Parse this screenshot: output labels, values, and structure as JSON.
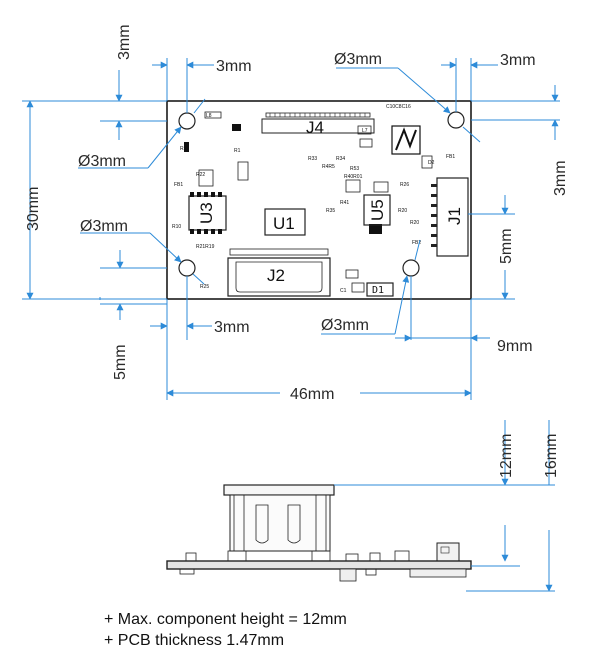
{
  "dimensions": {
    "top_hole_offset_v": "3mm",
    "top_left_offset_h": "3mm",
    "top_right_hole_dia": "Ø3mm",
    "top_right_offset_h": "3mm",
    "left_hole_dia_top": "Ø3mm",
    "right_offset_v": "3mm",
    "board_height": "30mm",
    "left_hole_dia_bottom": "Ø3mm",
    "j1_offset": "5mm",
    "bottom_left_offset_h": "3mm",
    "bottom_right_hole_dia": "Ø3mm",
    "bottom_right_offset_h": "9mm",
    "bottom_left_offset_v": "5mm",
    "board_width": "46mm",
    "max_height": "12mm",
    "total_height": "16mm"
  },
  "components": {
    "u1": "U1",
    "u3": "U3",
    "u5": "U5",
    "j1": "J1",
    "j2": "J2",
    "j4": "J4",
    "d1": "D1"
  },
  "notes": {
    "line1": "+ Max. component height = 12mm",
    "line2": "+ PCB thickness 1.47mm"
  },
  "colors": {
    "dimension_line": "#2d8bd8",
    "outline": "#1a1a1a"
  }
}
